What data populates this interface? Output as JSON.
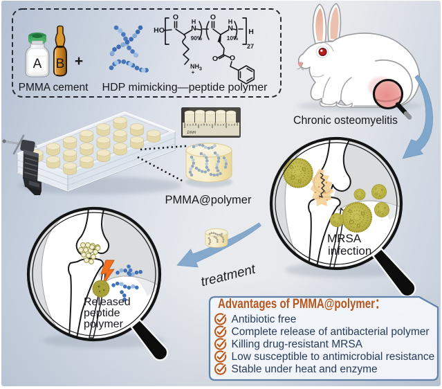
{
  "figure": {
    "type": "graphical-abstract",
    "topic": "PMMA bone cement loaded with host-defense-peptide-mimicking polymer for treating chronic osteomyelitis"
  },
  "reagents_box": {
    "vial_label": "A",
    "ampoule_label": "B",
    "plus_sign": "+",
    "pmma_label": "PMMA cement",
    "hdp_label": "HDP mimicking—peptide polymer",
    "chem": {
      "ho": "HO",
      "o": "O",
      "n": "N",
      "h": "H",
      "pct90": "90%",
      "pct10": "10%",
      "end_h": "H",
      "sub27": "27",
      "nh3_base": "NH",
      "nh3_sub": "3",
      "nh3_charge": "+"
    }
  },
  "rabbit": {
    "caption": "Chronic osteomyelitis"
  },
  "fabrication": {
    "ruler_label": "1mm",
    "product_label": "PMMA@polymer"
  },
  "mrsa_view": {
    "line1": "MRSA",
    "line2": "infection"
  },
  "released_view": {
    "line1": "Released",
    "line2": "peptide",
    "line3": "polymer"
  },
  "treatment": {
    "label": "treatment"
  },
  "advantages": {
    "title": "Advantages of PMMA@polymer：",
    "items": [
      {
        "text": "Antibiotic free"
      },
      {
        "text": "Complete release of antibacterial polymer"
      },
      {
        "text": "Killing drug-resistant MRSA"
      },
      {
        "text": "Low susceptible to antimicrobial resistance"
      },
      {
        "text": "Stable under heat and enzyme"
      }
    ]
  },
  "colors": {
    "accent_orange": "#b5571c",
    "advantage_text": "#22304e",
    "box_border": "#5d81a8",
    "arrow_blue": "#7fa6cb",
    "polymer_blue": "#4a79bd",
    "cement_cream": "#efe6c1",
    "colony_olive": "#b3aa3e"
  }
}
